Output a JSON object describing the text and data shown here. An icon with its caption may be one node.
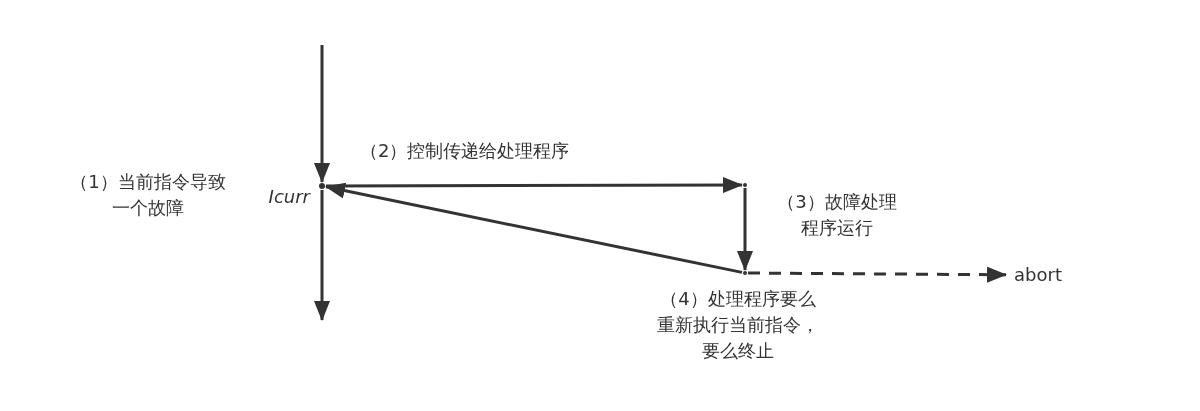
{
  "diagram": {
    "nodes": [
      {
        "text": [],
        "shape": "point",
        "beside": [
          "Icurr",
          "（1）当前指令导致一个故障"
        ]
      },
      {
        "text": [],
        "shape": "point"
      },
      {
        "text": [],
        "shape": "point",
        "beside": [
          "（4）处理程序要么重新执行当前指令，要么终止"
        ]
      },
      {
        "text": [
          "abort"
        ]
      }
    ],
    "edges": [
      {
        "from": null,
        "to": 0,
        "arrow": "to"
      },
      {
        "from": 0,
        "to": null,
        "arrow": "to"
      },
      {
        "from": 0,
        "to": 1,
        "arrow": "to",
        "label": "（2）控制传递给处理程序"
      },
      {
        "from": 1,
        "to": 2,
        "arrow": "to",
        "label": "（3）故障处理程序运行"
      },
      {
        "from": 2,
        "to": 0,
        "arrow": "to"
      },
      {
        "from": 2,
        "to": 3,
        "arrow": "to",
        "style": "dashed"
      }
    ]
  }
}
